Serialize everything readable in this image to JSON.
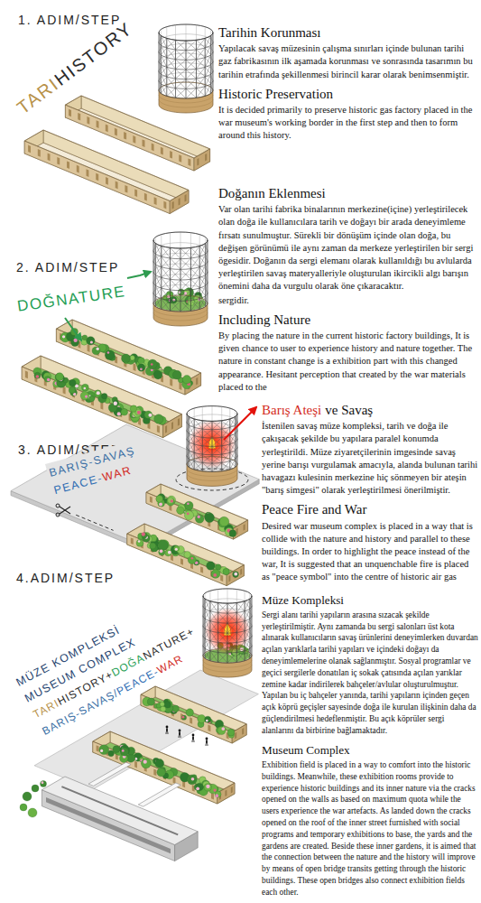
{
  "diagram": {
    "labels": [
      "1. ADIM/STEP",
      "TARI",
      "HISTORY",
      "Tarihin Korunması",
      "Yapılacak savaş müzesinin çalışma sınırları içinde bulunan tarihi gaz fabrikasının ilk aşamada korunması ve sonrasında tasarımın bu tarihin etrafında şekillenmesi birincil karar olarak benimsenmiştir.",
      "Historic Preservation",
      "It is decided primarily to preserve historic gas factory placed in the war museum's working border in the first step and then to form around this history.",
      "2. ADIM/STEP",
      "DOĞNATURE",
      "Doğanın Eklenmesi",
      "Var olan tarihi fabrika binalarının merkezine(içine) yerleştirilecek olan doğa ile kullanıcılara tarih ve doğayı bir arada deneyimleme fırsatı sunulmuştur. Sürekli bir dönüşüm içinde olan doğa, bu değişen görünümü ile aynı zaman da merkeze yerleştirilen bir sergi ögesidir. Doğanın da sergi elemanı olarak kullanıldığı bu avlularda yerleştirilen savaş materyalleriyle oluşturulan ikircikli algı barışın önemini daha da vurgulu olarak öne çıkaracaktır.",
      "sergidir.",
      "Including Nature",
      "By placing the nature in the current historic factory buildings, It is given chance to user to experience history and nature together. The nature in constant change is a exhibition part with this changed appearance. Hesitant perception that created by the war materials placed to the",
      "Barış Ateşi",
      "ve Savaş",
      "İstenilen savaş müze kompleksi, tarih ve doğa ile çakışacak şekilde bu yapılara paralel konumda yerleştirildi. Müze ziyaretçilerinin imgesinde savaş yerine barışı vurgulamak amacıyla, alanda bulunan tarihi havagazı kulesinin merkezine hiç sönmeyen bir ateşin \"barış simgesi\" olarak yerleştirilmesi önerilmiştir.",
      "3. ADIM/STEP",
      "BARIŞ-SAVAŞ",
      "PEACE-",
      "WAR",
      "Peace Fire and War",
      "Desired war museum complex is placed in a way that is collide with the nature and history and parallel to these buildings. In order to highlight the peace instead of the war, It is suggested that an unquenchable fire is placed as \"peace symbol\" into the centre of historic air gas",
      "4.ADIM/STEP",
      "Müze Kompleksi",
      "Sergi alanı tarihi yapıların arasına sızacak şekilde yerleştirilmiştir. Aynı zamanda bu sergi salonları üst kota alınarak kullanıcıların savaş ürünlerini deneyimlerken duvardan açılan yarıklarla tarihi yapıları ve içindeki doğayı da deneyimlemelerine olanak sağlanmıştır. Sosyal programlar ve geçici sergilerle donatılan iç sokak çatısında açılan yarıklar zemine kadar indirilerek bahçeler/avlular oluşturulmuştur. Yapılan bu iç bahçeler yanında, tarihi yapıların içinden geçen açık köprü geçişler sayesinde doğa ile kurulan ilişkinin daha da güçlendirilmesi hedeflenmiştir. Bu açık köprüler sergi alanlarını da birbirine bağlamaktadır.",
      "MÜZE KOMPLEKSİ",
      "MUSEUM COMPLEX",
      "TARI",
      "HISTORY+",
      "DOĞA",
      "NATURE+",
      "BARIŞ-SAVAŞ/",
      "PEACE-",
      "WAR",
      "Museum Complex",
      "Exhibition field is placed in a way to comfort into the historic buildings. Meanwhile, these exhibition rooms provide to experience historic buildings and its inner nature via the cracks opened on the walls as based on maximum quota while the users experience the war artefacts. As landed down the cracks opened on the roof of the inner street furnished with social programs and temporary exhibitions to base, the yards and the gardens are created. Beside these inner gardens, it is aimed that the connection between the nature and the history will improve by means of open bridge transits getting through the historic buildings. These open bridges also connect exhibition fields each other."
    ]
  }
}
